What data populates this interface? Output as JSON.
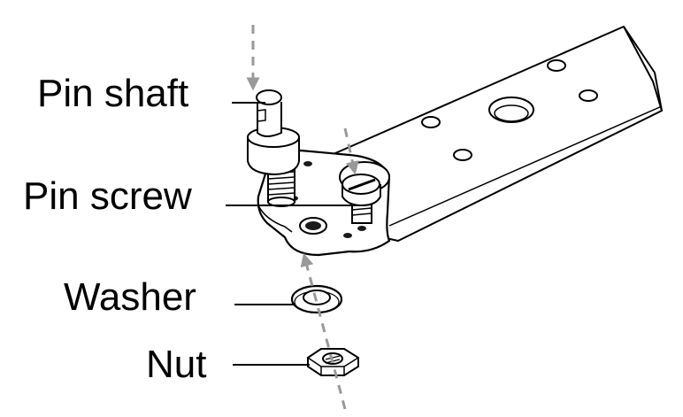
{
  "labels": {
    "pin_shaft": "Pin shaft",
    "pin_screw": "Pin screw",
    "washer": "Washer",
    "nut": "Nut"
  },
  "colors": {
    "line": "#000000",
    "arrow": "#999999",
    "part_fill": "#ffffff",
    "hole_dark": "#1a1a1a"
  }
}
